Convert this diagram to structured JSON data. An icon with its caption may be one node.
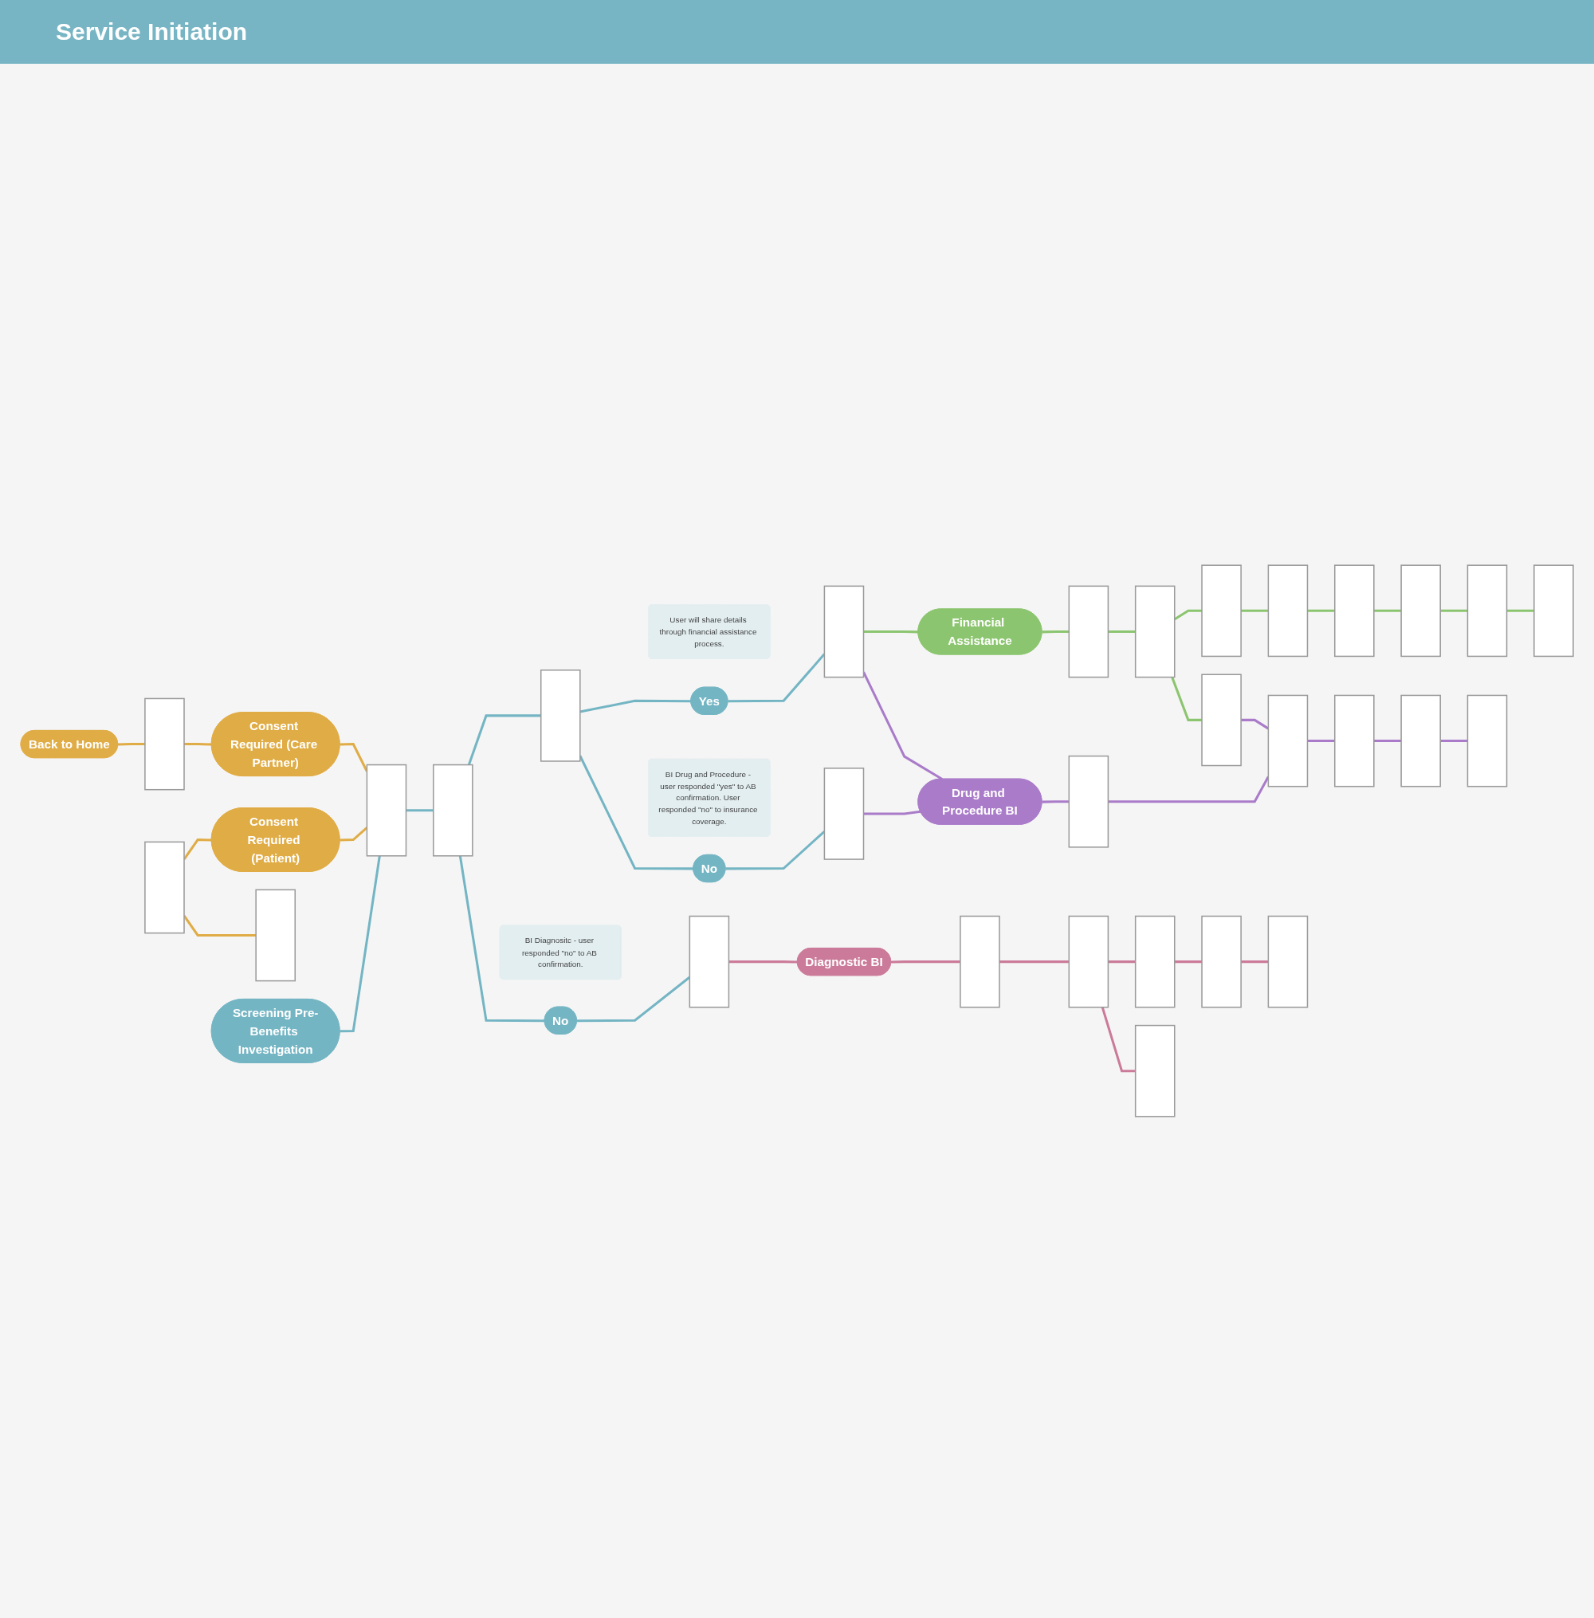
{
  "diagram": {
    "title": "Service Initiation",
    "nodes": [
      {
        "text": [
          "Back to Home"
        ]
      },
      {
        "text": [],
        "shape": "box"
      },
      {
        "text": [],
        "shape": "box"
      },
      {
        "text": [],
        "shape": "box"
      },
      {
        "text": [
          "Consent Required (Care Partner)"
        ]
      },
      {
        "text": [
          "Consent Required (Patient)"
        ]
      },
      {
        "text": [
          "Screening Pre-Benefits Investigation"
        ]
      },
      {
        "text": [],
        "shape": "box"
      },
      {
        "text": [],
        "shape": "box"
      },
      {
        "text": [],
        "shape": "box"
      },
      {
        "text": [
          "User will share details through financial assistance process."
        ]
      },
      {
        "text": [
          "Yes"
        ]
      },
      {
        "text": [],
        "shape": "box"
      },
      {
        "text": [
          "Financial Assistance"
        ]
      },
      {
        "text": [],
        "shape": "box"
      },
      {
        "text": [],
        "shape": "box"
      },
      {
        "text": [],
        "shape": "box"
      },
      {
        "text": [],
        "shape": "box"
      },
      {
        "text": [],
        "shape": "box"
      },
      {
        "text": [],
        "shape": "box"
      },
      {
        "text": [],
        "shape": "box"
      },
      {
        "text": [],
        "shape": "box"
      },
      {
        "text": [],
        "shape": "box"
      },
      {
        "text": [
          "BI Drug and Procedure - user responded \"yes\" to AB confirmation. User responded \"no\" to insurance coverage."
        ]
      },
      {
        "text": [
          "No"
        ]
      },
      {
        "text": [],
        "shape": "box"
      },
      {
        "text": [
          "Drug and Procedure BI"
        ]
      },
      {
        "text": [],
        "shape": "box"
      },
      {
        "text": [],
        "shape": "box"
      },
      {
        "text": [],
        "shape": "box"
      },
      {
        "text": [],
        "shape": "box"
      },
      {
        "text": [],
        "shape": "box"
      },
      {
        "text": [
          "BI Diagnositc - user responded \"no\" to AB confirmation."
        ]
      },
      {
        "text": [
          "No"
        ]
      },
      {
        "text": [],
        "shape": "box"
      },
      {
        "text": [
          "Diagnostic BI"
        ]
      },
      {
        "text": [],
        "shape": "box"
      },
      {
        "text": [],
        "shape": "box"
      },
      {
        "text": [],
        "shape": "box"
      },
      {
        "text": [],
        "shape": "box"
      },
      {
        "text": [],
        "shape": "box"
      },
      {
        "text": [],
        "shape": "box"
      }
    ],
    "edges": [
      {
        "from": 0,
        "to": 1,
        "arrow": "none",
        "color": "#e0ac45"
      },
      {
        "from": 1,
        "to": 4,
        "arrow": "none",
        "color": "#e0ac45"
      },
      {
        "from": 2,
        "to": 5,
        "arrow": "none",
        "color": "#e0ac45"
      },
      {
        "from": 2,
        "to": 3,
        "arrow": "none",
        "color": "#e0ac45"
      },
      {
        "from": 4,
        "to": 7,
        "arrow": "none",
        "color": "#e0ac45"
      },
      {
        "from": 5,
        "to": 7,
        "arrow": "none",
        "color": "#e0ac45"
      },
      {
        "from": 6,
        "to": 7,
        "arrow": "none",
        "color": "#74b5c4"
      },
      {
        "from": 7,
        "to": 8,
        "arrow": "none",
        "color": "#74b5c4"
      },
      {
        "from": 8,
        "to": 9,
        "arrow": "none",
        "color": "#74b5c4"
      },
      {
        "from": 9,
        "to": 11,
        "arrow": "none",
        "color": "#74b5c4"
      },
      {
        "from": 11,
        "to": 12,
        "arrow": "none",
        "color": "#74b5c4"
      },
      {
        "from": 12,
        "to": 13,
        "arrow": "none",
        "color": "#8cc56f"
      },
      {
        "from": 13,
        "to": 14,
        "arrow": "none",
        "color": "#8cc56f"
      },
      {
        "from": 14,
        "to": 15,
        "arrow": "none",
        "color": "#8cc56f"
      },
      {
        "from": 15,
        "to": 16,
        "arrow": "none",
        "color": "#8cc56f"
      },
      {
        "from": 16,
        "to": 17,
        "arrow": "none",
        "color": "#8cc56f"
      },
      {
        "from": 17,
        "to": 18,
        "arrow": "none",
        "color": "#8cc56f"
      },
      {
        "from": 18,
        "to": 19,
        "arrow": "none",
        "color": "#8cc56f"
      },
      {
        "from": 19,
        "to": 20,
        "arrow": "none",
        "color": "#8cc56f"
      },
      {
        "from": 20,
        "to": 21,
        "arrow": "none",
        "color": "#8cc56f"
      },
      {
        "from": 15,
        "to": 22,
        "arrow": "none",
        "color": "#8cc56f"
      },
      {
        "from": 22,
        "to": 28,
        "arrow": "none",
        "color": "#a97bc9"
      },
      {
        "from": 9,
        "to": 24,
        "arrow": "none",
        "color": "#74b5c4"
      },
      {
        "from": 24,
        "to": 25,
        "arrow": "none",
        "color": "#74b5c4"
      },
      {
        "from": 25,
        "to": 26,
        "arrow": "none",
        "color": "#a97bc9"
      },
      {
        "from": 12,
        "to": 26,
        "arrow": "none",
        "color": "#a97bc9"
      },
      {
        "from": 26,
        "to": 27,
        "arrow": "none",
        "color": "#a97bc9"
      },
      {
        "from": 27,
        "to": 28,
        "arrow": "none",
        "color": "#a97bc9"
      },
      {
        "from": 28,
        "to": 29,
        "arrow": "none",
        "color": "#a97bc9"
      },
      {
        "from": 29,
        "to": 30,
        "arrow": "none",
        "color": "#a97bc9"
      },
      {
        "from": 30,
        "to": 31,
        "arrow": "none",
        "color": "#a97bc9"
      },
      {
        "from": 8,
        "to": 33,
        "arrow": "none",
        "color": "#74b5c4"
      },
      {
        "from": 33,
        "to": 34,
        "arrow": "none",
        "color": "#74b5c4"
      },
      {
        "from": 34,
        "to": 35,
        "arrow": "none",
        "color": "#cb7b99"
      },
      {
        "from": 35,
        "to": 36,
        "arrow": "none",
        "color": "#cb7b99"
      },
      {
        "from": 36,
        "to": 37,
        "arrow": "none",
        "color": "#cb7b99"
      },
      {
        "from": 37,
        "to": 38,
        "arrow": "none",
        "color": "#cb7b99"
      },
      {
        "from": 38,
        "to": 39,
        "arrow": "none",
        "color": "#cb7b99"
      },
      {
        "from": 39,
        "to": 40,
        "arrow": "none",
        "color": "#cb7b99"
      },
      {
        "from": 37,
        "to": 41,
        "arrow": "none",
        "color": "#cb7b99"
      }
    ]
  }
}
